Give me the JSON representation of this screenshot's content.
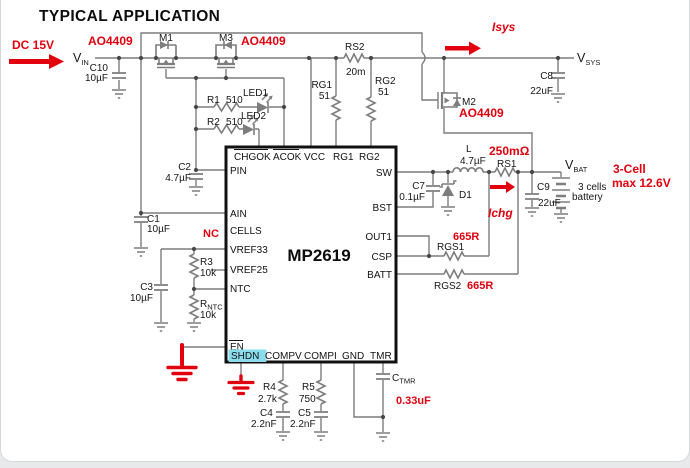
{
  "colors": {
    "red": "#e2000e",
    "wire": "#7d7d7d",
    "cyan": "#8adcec"
  },
  "title": "TYPICAL APPLICATION",
  "ic": {
    "name": "MP2619",
    "pins": {
      "chgok": "CHGOK",
      "acok": "ACOK",
      "vcc": "VCC",
      "rg1": "RG1",
      "rg2": "RG2",
      "pin": "PIN",
      "ain": "AIN",
      "cells": "CELLS",
      "vref33": "VREF33",
      "vref25": "VREF25",
      "ntc": "NTC",
      "en": "EN",
      "shdn": "SHDN",
      "compv": "COMPV",
      "compi": "COMPI",
      "gnd": "GND",
      "tmr": "TMR",
      "sw": "SW",
      "bst": "BST",
      "out1": "OUT1",
      "csp": "CSP",
      "batt": "BATT"
    }
  },
  "nets": {
    "vin": {
      "main": "V",
      "sub": "IN"
    },
    "vsys": {
      "main": "V",
      "sub": "SYS"
    },
    "vbat": {
      "main": "V",
      "sub": "BAT"
    }
  },
  "parts": {
    "m1": "M1",
    "m3": "M3",
    "m2": "M2",
    "c10": {
      "ref": "C10",
      "value": "10µF"
    },
    "c1": {
      "ref": "C1",
      "value": "10µF"
    },
    "c2": {
      "ref": "C2",
      "value": "4.7µF"
    },
    "c3": {
      "ref": "C3",
      "value": "10µF"
    },
    "c4": {
      "ref": "C4",
      "value": "2.2nF"
    },
    "c5": {
      "ref": "C5",
      "value": "2.2nF"
    },
    "c7": {
      "ref": "C7",
      "value": "0.1µF"
    },
    "c8": {
      "ref": "C8",
      "value": "22uF"
    },
    "c9": {
      "ref": "C9",
      "value": "22uF"
    },
    "r1": {
      "ref": "R1",
      "value": "510"
    },
    "r2": {
      "ref": "R2",
      "value": "510"
    },
    "r3": {
      "ref": "R3",
      "value": "10k"
    },
    "rntc": {
      "ref": "R",
      "sub": "NTC",
      "value": "10k"
    },
    "r4": {
      "ref": "R4",
      "value": "2.7k"
    },
    "r5": {
      "ref": "R5",
      "value": "750"
    },
    "rg1": {
      "ref": "RG1",
      "value": "51"
    },
    "rg2": {
      "ref": "RG2",
      "value": "51"
    },
    "rs2": {
      "ref": "RS2",
      "value": "20m"
    },
    "rs1": {
      "ref": "RS1"
    },
    "rgs1": "RGS1",
    "rgs2": "RGS2",
    "led1": "LED1",
    "led2": "LED2",
    "l": {
      "ref": "L",
      "value": "4.7µF"
    },
    "d1": "D1",
    "ctmr": {
      "ref": "C",
      "sub": "TMR"
    },
    "battery": {
      "line1": "3 cells",
      "line2": "battery"
    }
  },
  "annotations": {
    "dc": "DC 15V",
    "ao4409": "AO4409",
    "isys": "Isys",
    "ichg": "Ichg",
    "rs1_value": "250mΩ",
    "cell3": "3-Cell",
    "maxv": "max 12.6V",
    "r665": "665R",
    "nc": "NC",
    "ctmr_value": "0.33uF"
  }
}
